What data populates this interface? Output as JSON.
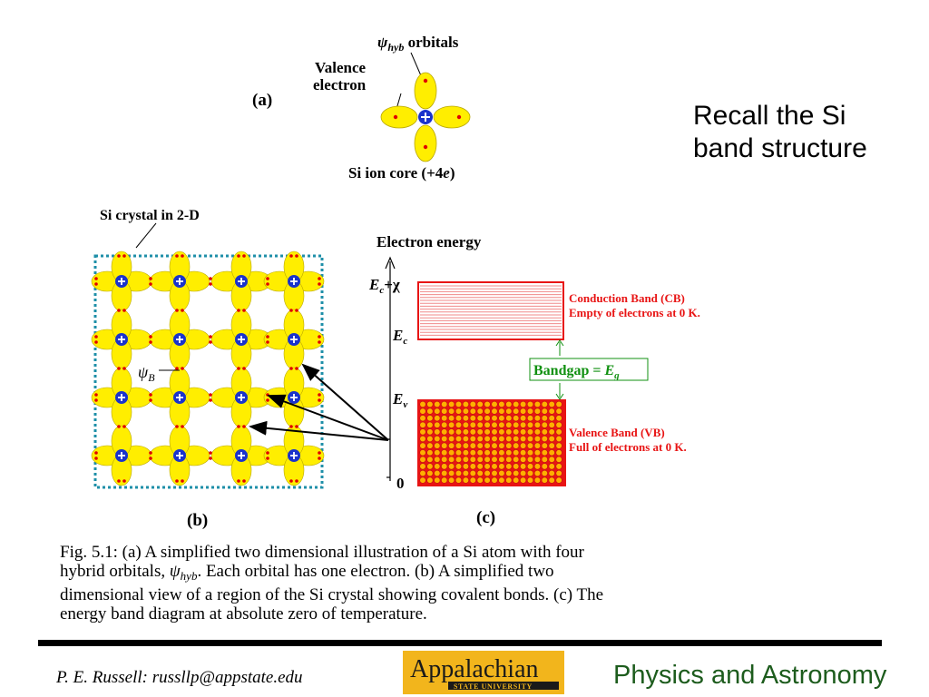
{
  "slide": {
    "title_line1": "Recall the Si",
    "title_line2": "band structure"
  },
  "figure_a": {
    "label": "(a)",
    "psi_symbol": "ψ",
    "psi_sub": "hyb",
    "orbitals_word": " orbitals",
    "valence_line1": "Valence",
    "valence_line2": "electron",
    "core_text": "Si ion core (+4",
    "core_e": "e",
    "core_close": ")"
  },
  "figure_b": {
    "label": "(b)",
    "title": "Si crystal in 2-D",
    "psi_symbol": "ψ",
    "psi_sub": "B"
  },
  "figure_c": {
    "label": "(c)",
    "axis_title": "Electron energy",
    "ec_chi_E": "E",
    "ec_chi_sub": "c",
    "ec_chi_rest": "+χ",
    "ec_E": "E",
    "ec_sub": "c",
    "ev_E": "E",
    "ev_sub": "v",
    "zero": "0",
    "cb_line1": "Conduction Band (CB)",
    "cb_line2": "Empty of electrons at 0 K.",
    "gap_text": "Bandgap = ",
    "gap_E": "E",
    "gap_sub": "g",
    "vb_line1": "Valence Band (VB)",
    "vb_line2": "Full of electrons at 0 K."
  },
  "caption": {
    "line1": "Fig. 5.1: (a) A simplified two dimensional illustration of a Si atom with four",
    "line2_a": "hybrid orbitals, ",
    "line2_psi": "ψ",
    "line2_sub": "hyb",
    "line2_b": ". Each orbital has one electron. (b) A simplified two",
    "line3": "dimensional view of a region of the Si crystal showing covalent bonds. (c) The",
    "line4": "energy band diagram at absolute zero of temperature."
  },
  "footer": {
    "author": "P. E. Russell: russllp@appstate.edu",
    "logo_main": "Appalachian",
    "logo_sub": "STATE UNIVERSITY",
    "dept": "Physics and Astronomy"
  },
  "colors": {
    "orbital_fill": "#ffee00",
    "electron": "#e00000",
    "core_fill": "#1a33cc",
    "band_red": "#e81414",
    "gap_green": "#109010",
    "dash_blue": "#1e8fa8",
    "dept_green": "#1d5c1d"
  }
}
